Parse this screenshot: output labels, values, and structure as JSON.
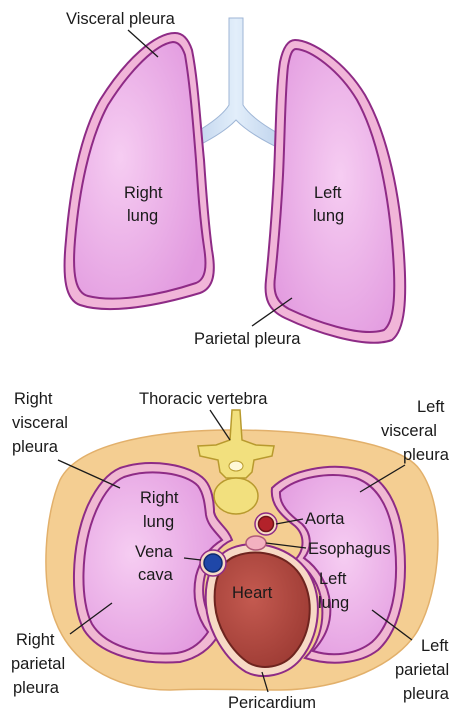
{
  "top_diagram": {
    "labels": {
      "visceral_pleura": "Visceral pleura",
      "right_lung": [
        "Right",
        "lung"
      ],
      "left_lung": [
        "Left",
        "lung"
      ],
      "parietal_pleura": "Parietal pleura"
    }
  },
  "bottom_diagram": {
    "labels": {
      "right_visceral_pleura": [
        "Right",
        "visceral",
        "pleura"
      ],
      "thoracic_vertebra": "Thoracic vertebra",
      "left_visceral_pleura": [
        "Left",
        "visceral",
        "pleura"
      ],
      "right_lung": [
        "Right",
        "lung"
      ],
      "aorta": "Aorta",
      "vena_cava": [
        "Vena",
        "cava"
      ],
      "esophagus": "Esophagus",
      "heart": "Heart",
      "left_lung": [
        "Left",
        "lung"
      ],
      "right_parietal_pleura": [
        "Right",
        "parietal",
        "pleura"
      ],
      "left_parietal_pleura": [
        "Left",
        "parietal",
        "pleura"
      ],
      "pericardium": "Pericardium"
    }
  },
  "colors": {
    "lung_fill": "#E8A5E4",
    "lung_outline": "#8E2B86",
    "pleura_layer": "#F0B8D2",
    "body_wall": "#F4CE92",
    "trachea": "#CFE0F4",
    "vertebra": "#F2E07E",
    "heart": "#B5473E",
    "pericardium": "#F7D9C5",
    "aorta": "#B3222A",
    "vena_cava": "#1F47A8",
    "esophagus": "#F3B1C0"
  }
}
